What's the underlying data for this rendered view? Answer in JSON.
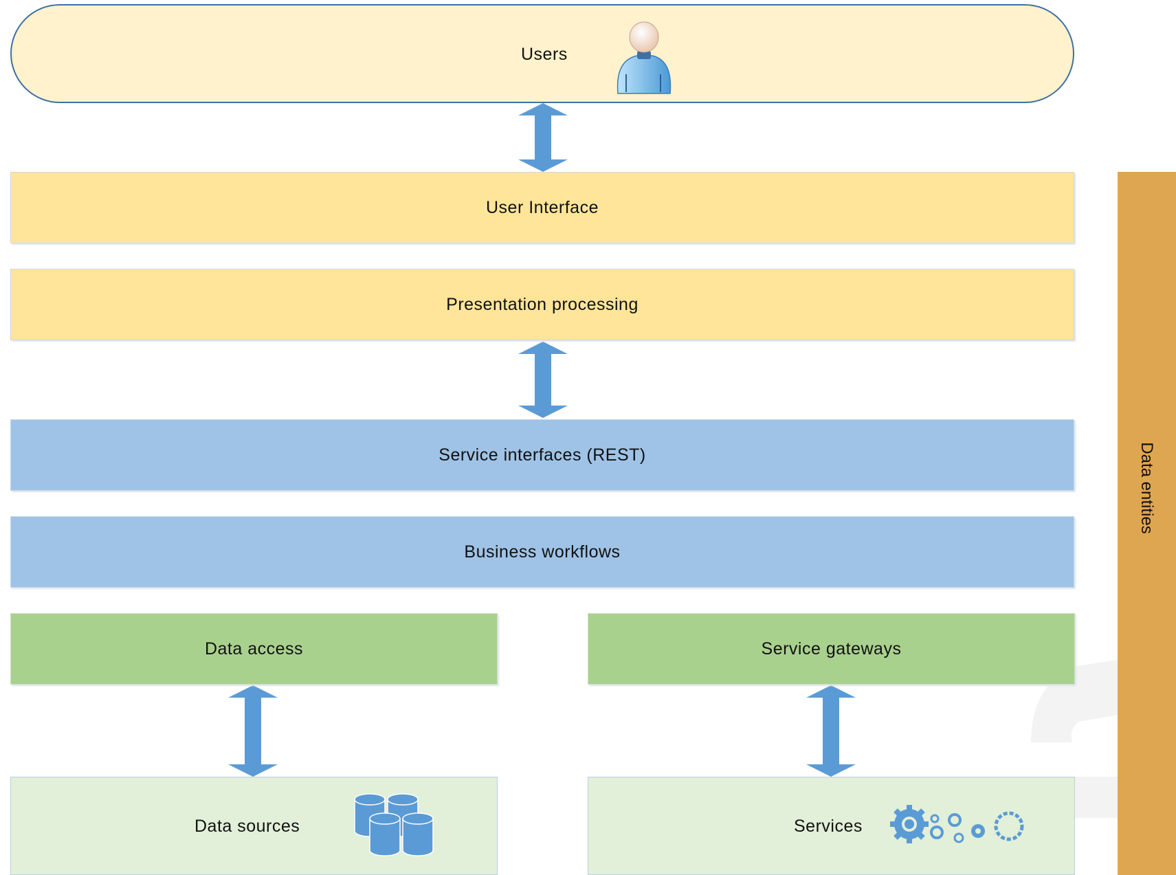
{
  "users": {
    "label": "Users",
    "icon": "user-icon"
  },
  "layers": {
    "user_interface": "User Interface",
    "presentation_processing": "Presentation processing",
    "service_interfaces": "Service interfaces (REST)",
    "business_workflows": "Business workflows",
    "data_access": "Data access",
    "service_gateways": "Service gateways",
    "data_sources": "Data sources",
    "services": "Services"
  },
  "side_panel": {
    "label": "Data entities"
  },
  "icons": {
    "data_sources": "database-icon",
    "services": "gears-icon",
    "arrows": "double-arrow-icon"
  },
  "colors": {
    "users_fill": "#fff2cc",
    "users_border": "#3f6fa3",
    "presentation_fill": "#ffe599",
    "service_fill": "#9fc3e6",
    "data_fill": "#a9d18e",
    "source_fill": "#e2efd9",
    "side_fill": "#dfa651",
    "arrow_fill": "#5b9bd5"
  }
}
